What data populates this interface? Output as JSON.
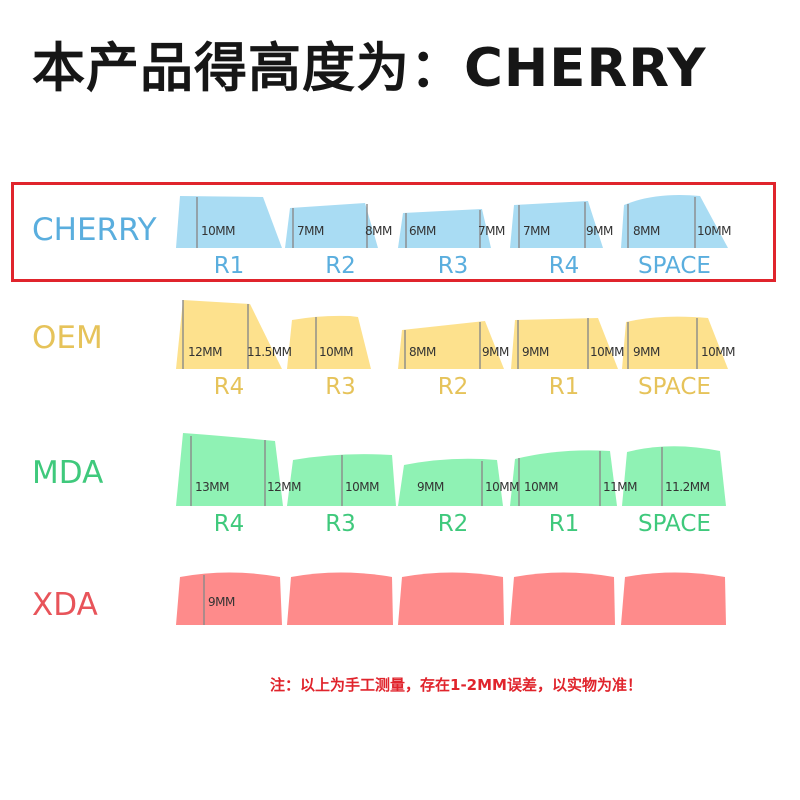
{
  "title": "本产品得高度为：CHERRY",
  "note": "注：以上为手工测量，存在1-2MM误差，以实物为准！",
  "colors": {
    "cherry": "#a9dcf3",
    "cherry_text": "#5aaede",
    "oem": "#fde18d",
    "oem_text": "#e6c35a",
    "mda": "#8ff2b4",
    "mda_text": "#3fc97c",
    "xda": "#fe8b8b",
    "xda_text": "#e8545a",
    "highlight": "#e0242c",
    "line": "#8a8a8a"
  },
  "profiles": [
    {
      "name": "CHERRY",
      "keys": [
        {
          "row": "R1",
          "left": "10MM",
          "right": ""
        },
        {
          "row": "R2",
          "left": "7MM",
          "right": "8MM"
        },
        {
          "row": "R3",
          "left": "6MM",
          "right": "7MM"
        },
        {
          "row": "R4",
          "left": "7MM",
          "right": "9MM"
        },
        {
          "row": "SPACE",
          "left": "8MM",
          "right": "10MM"
        }
      ]
    },
    {
      "name": "OEM",
      "keys": [
        {
          "row": "R4",
          "left": "12MM",
          "right": "11.5MM"
        },
        {
          "row": "R3",
          "left": "10MM",
          "right": ""
        },
        {
          "row": "R2",
          "left": "8MM",
          "right": "9MM"
        },
        {
          "row": "R1",
          "left": "9MM",
          "right": "10MM"
        },
        {
          "row": "SPACE",
          "left": "9MM",
          "right": "10MM"
        }
      ]
    },
    {
      "name": "MDA",
      "keys": [
        {
          "row": "R4",
          "left": "13MM",
          "right": "12MM"
        },
        {
          "row": "R3",
          "left": "",
          "right": "10MM"
        },
        {
          "row": "R2",
          "left": "9MM",
          "right": "10MM"
        },
        {
          "row": "R1",
          "left": "10MM",
          "right": "11MM"
        },
        {
          "row": "SPACE",
          "left": "",
          "right": "11.2MM"
        }
      ]
    },
    {
      "name": "XDA",
      "keys": [
        {
          "row": "",
          "left": "9MM",
          "right": ""
        },
        {
          "row": "",
          "left": "",
          "right": ""
        },
        {
          "row": "",
          "left": "",
          "right": ""
        },
        {
          "row": "",
          "left": "",
          "right": ""
        },
        {
          "row": "",
          "left": "",
          "right": ""
        }
      ]
    }
  ]
}
